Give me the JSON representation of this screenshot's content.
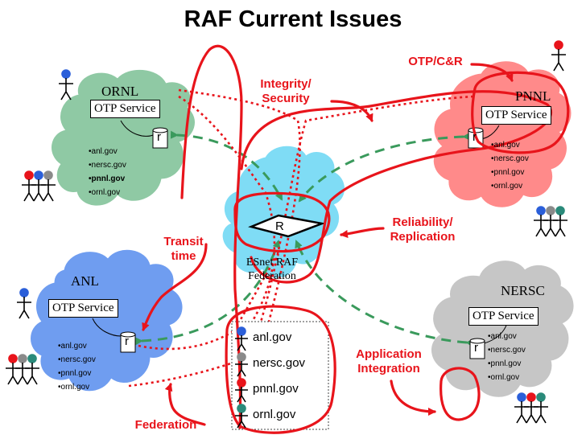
{
  "title": "RAF Current Issues",
  "sites": {
    "ornl": {
      "name": "ORNL",
      "service": "OTP Service",
      "domains": [
        "anl.gov",
        "nersc.gov",
        "pnnl.gov",
        "ornl.gov"
      ],
      "bold_domain": "pnnl.gov",
      "cloud_color": "#8fc9a4"
    },
    "pnnl": {
      "name": "PNNL",
      "service": "OTP Service",
      "domains": [
        "anl.gov",
        "nersc.gov",
        "pnnl.gov",
        "ornl.gov"
      ],
      "cloud_color": "#ff8a8a"
    },
    "anl": {
      "name": "ANL",
      "service": "OTP Service",
      "domains": [
        "anl.gov",
        "nersc.gov",
        "pnnl.gov",
        "ornl.gov"
      ],
      "cloud_color": "#6f9df0"
    },
    "nersc": {
      "name": "NERSC",
      "service": "OTP Service",
      "domains": [
        "anl.gov",
        "nersc.gov",
        "pnnl.gov",
        "ornl.gov"
      ],
      "cloud_color": "#c6c6c6"
    }
  },
  "center": {
    "router_label": "R",
    "line1": "ESnet RAF",
    "line2": "Federation",
    "cloud_color": "#7fdcf5"
  },
  "replica_label": "r",
  "federation_list": [
    "anl.gov",
    "nersc.gov",
    "pnnl.gov",
    "ornl.gov"
  ],
  "annotations": {
    "integrity_line1": "Integrity/",
    "integrity_line2": "Security",
    "otp_cr": "OTP/C&R",
    "reliability_line1": "Reliability/",
    "reliability_line2": "Replication",
    "transit_line1": "Transit",
    "transit_line2": "time",
    "application_line1": "Application",
    "application_line2": "Integration",
    "federation": "Federation"
  },
  "colors": {
    "accent_red": "#e8141b",
    "dashed_green": "#3a9a5c",
    "person_blue": "#2b5fd9",
    "person_red": "#e8141b",
    "person_teal": "#2a8a7a",
    "person_gray": "#8a8a8a"
  }
}
